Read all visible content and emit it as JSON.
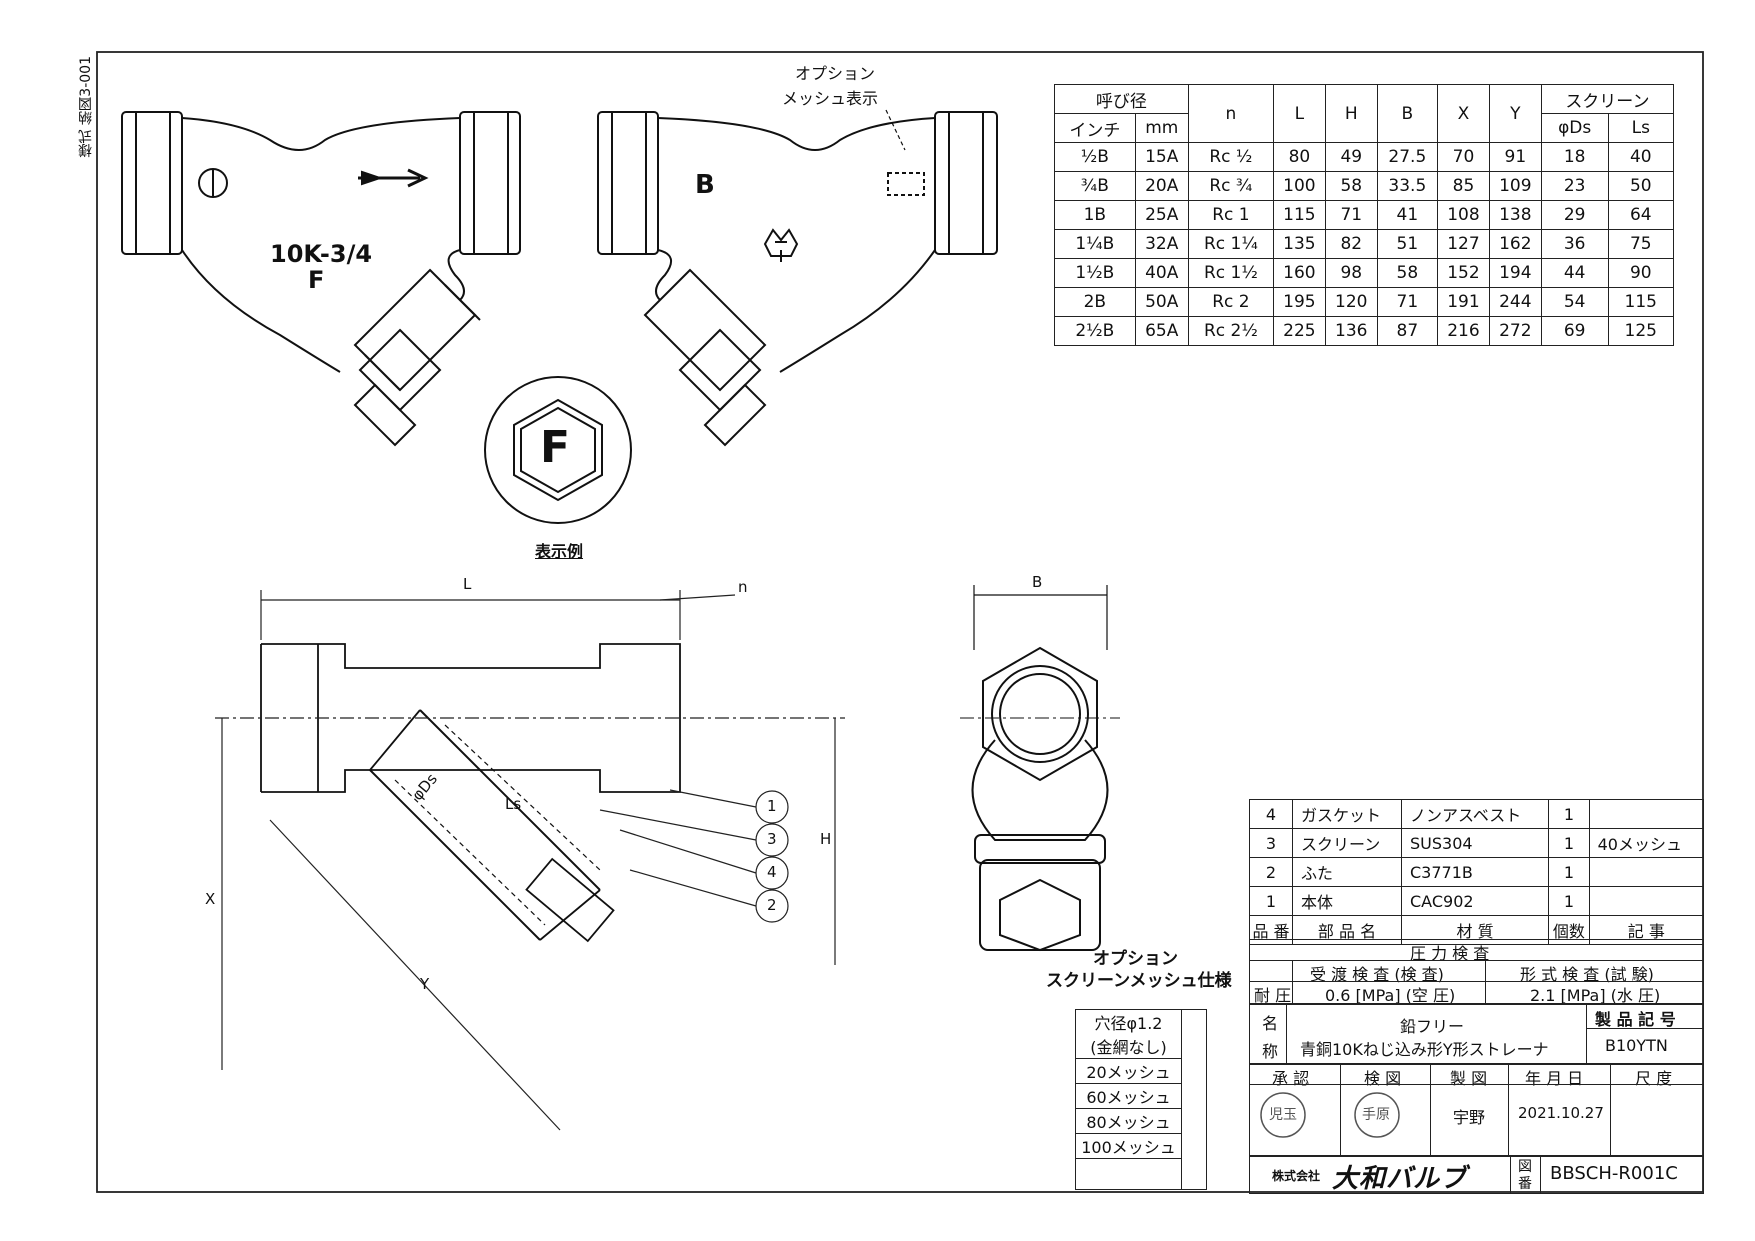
{
  "sheet": {
    "form_label": "様式 納図3-001"
  },
  "front_view": {
    "marking_rating": "10K-3/4",
    "marking_letter": "F"
  },
  "rear_view": {
    "marking_b": "B",
    "option_note_line1": "オプション",
    "option_note_line2": "メッシュ表示"
  },
  "display_example": {
    "plug_letter": "F",
    "caption": "表示例"
  },
  "section_view": {
    "dim_L": "L",
    "dim_n": "n",
    "dim_H": "H",
    "dim_X": "X",
    "dim_Y": "Y",
    "dim_phiDs": "φDs",
    "dim_Ls": "Ls",
    "balloons": [
      "1",
      "3",
      "4",
      "2"
    ]
  },
  "end_view": {
    "dim_B": "B"
  },
  "option_screen": {
    "title_line1": "オプション",
    "title_line2": "スクリーンメッシュ仕様",
    "rows": [
      "穴径φ1.2",
      "(金網なし)",
      "20メッシュ",
      "60メッシュ",
      "80メッシュ",
      "100メッシュ"
    ]
  },
  "size_table": {
    "group_nominal": "呼び径",
    "group_screen": "スクリーン",
    "headers": [
      "インチ",
      "mm",
      "n",
      "L",
      "H",
      "B",
      "X",
      "Y",
      "φDs",
      "Ls"
    ],
    "rows": [
      [
        "½B",
        "15A",
        "Rc ½",
        "80",
        "49",
        "27.5",
        "70",
        "91",
        "18",
        "40"
      ],
      [
        "¾B",
        "20A",
        "Rc ¾",
        "100",
        "58",
        "33.5",
        "85",
        "109",
        "23",
        "50"
      ],
      [
        "1B",
        "25A",
        "Rc 1",
        "115",
        "71",
        "41",
        "108",
        "138",
        "29",
        "64"
      ],
      [
        "1¼B",
        "32A",
        "Rc 1¼",
        "135",
        "82",
        "51",
        "127",
        "162",
        "36",
        "75"
      ],
      [
        "1½B",
        "40A",
        "Rc 1½",
        "160",
        "98",
        "58",
        "152",
        "194",
        "44",
        "90"
      ],
      [
        "2B",
        "50A",
        "Rc 2",
        "195",
        "120",
        "71",
        "191",
        "244",
        "54",
        "115"
      ],
      [
        "2½B",
        "65A",
        "Rc 2½",
        "225",
        "136",
        "87",
        "216",
        "272",
        "69",
        "125"
      ]
    ]
  },
  "parts_list": {
    "rows": [
      [
        "4",
        "ガスケット",
        "ノンアスベスト",
        "1",
        ""
      ],
      [
        "3",
        "スクリーン",
        "SUS304",
        "1",
        "40メッシュ"
      ],
      [
        "2",
        "ふた",
        "C3771B",
        "1",
        ""
      ],
      [
        "1",
        "本体",
        "CAC902",
        "1",
        ""
      ]
    ],
    "header": [
      "品 番",
      "部 品 名",
      "材 質",
      "個数",
      "記 事"
    ]
  },
  "pressure_test": {
    "title": "圧 力 検 査",
    "col1": "受 渡 検 査 (検 査)",
    "col2": "形 式 検 査 (試 験)",
    "row_label": "耐 圧",
    "val1": "0.6 [MPa] (空 圧)",
    "val2": "2.1 [MPa] (水 圧)"
  },
  "title_block": {
    "name_label_1": "名",
    "name_label_2": "称",
    "name_line1": "鉛フリー",
    "name_line2": "青銅10Kねじ込み形Y形ストレーナ",
    "product_code_label": "製 品 記 号",
    "product_code": "B10YTN",
    "approve_label": "承 認",
    "check_label": "検 図",
    "draw_label": "製 図",
    "date_label": "年 月 日",
    "scale_label": "尺 度",
    "stamp_approve": "児玉",
    "stamp_check": "手原",
    "drafter": "宇野",
    "date": "2021.10.27",
    "company_prefix": "株式会社",
    "company_name": "大和バルブ",
    "drawing_no_label_1": "図",
    "drawing_no_label_2": "番",
    "drawing_no": "BBSCH-R001C"
  }
}
